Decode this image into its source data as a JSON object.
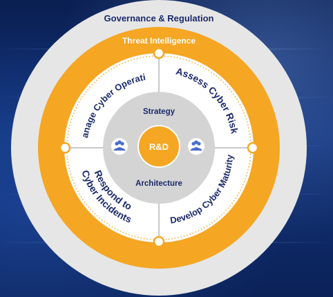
{
  "outer_ring_label": "Governance & Regulation",
  "orange_ring_label": "Threat Intelligence",
  "quadrants": {
    "top_left": "Manage Cyber Operation",
    "top_right": "Assess Cyber Risk",
    "bottom_left_line1": "Respond to",
    "bottom_left_line2": "Cyber Incidents",
    "bottom_right": "Develop Cyber Maturity"
  },
  "inner_top_label": "Strategy",
  "inner_bottom_label": "Architecture",
  "center_label": "R&D",
  "icons": {
    "left": "people-group-icon",
    "right": "people-group-icon"
  },
  "colors": {
    "outer_ring": "#e6e6e6",
    "orange": "#f5a623",
    "navy_text": "#1b2a6b",
    "inner_gray": "#d4d4d4",
    "people_icon": "#4a6cc9"
  }
}
